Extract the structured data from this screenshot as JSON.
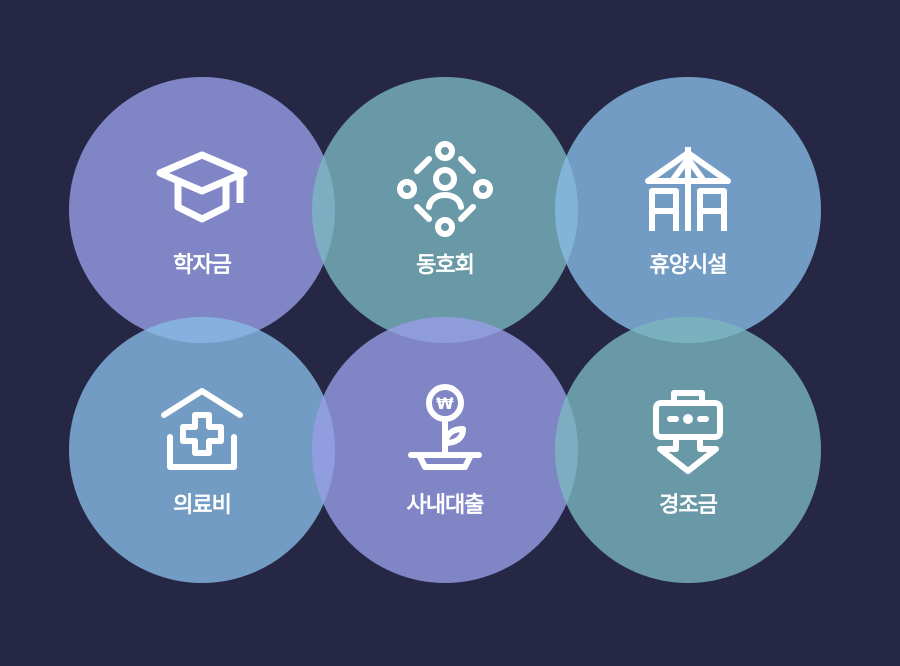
{
  "colors": {
    "background": "#252745",
    "purple": "#7f88c0",
    "teal": "#6a9ea8",
    "blue": "#7aa3c6",
    "icon": "#ffffff"
  },
  "items": [
    {
      "label": "학자금",
      "icon": "graduation-cap-icon",
      "color": "purple"
    },
    {
      "label": "동호회",
      "icon": "community-people-icon",
      "color": "teal"
    },
    {
      "label": "휴양시설",
      "icon": "parasol-resort-icon",
      "color": "blue"
    },
    {
      "label": "의료비",
      "icon": "medical-house-icon",
      "color": "blue"
    },
    {
      "label": "사내대출",
      "icon": "won-plant-loan-icon",
      "color": "purple"
    },
    {
      "label": "경조금",
      "icon": "briefcase-down-arrow-icon",
      "color": "teal"
    }
  ]
}
